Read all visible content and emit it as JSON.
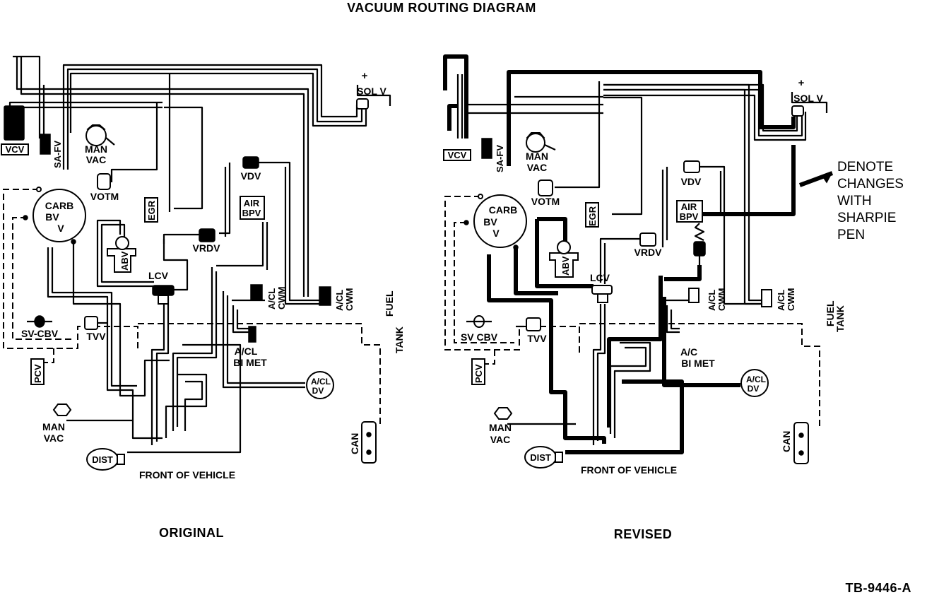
{
  "title": "VACUUM ROUTING DIAGRAM",
  "reference_code": "TB-9446-A",
  "original": {
    "caption": "ORIGINAL",
    "labels": {
      "vcv": "VCV",
      "sa_fv": "SA-FV",
      "man_vac_top_1": "MAN",
      "man_vac_top_2": "VAC",
      "votm": "VOTM",
      "egr": "EGR",
      "carb_1": "CARB",
      "carb_2": "BV",
      "carb_3": "V",
      "abv": "ABV",
      "lcv": "LCV",
      "vdv": "VDV",
      "air_bpv_1": "AIR",
      "air_bpv_2": "BPV",
      "vrdv": "VRDV",
      "sol_v": "SOL V",
      "sol_sign": "+",
      "acl_cwm_left_1": "A/CL",
      "acl_cwm_left_2": "CWM",
      "acl_cwm_right_1": "A/CL",
      "acl_cwm_right_2": "CWM",
      "fuel_tank_1": "FUEL",
      "fuel_tank_2": "TANK",
      "sv_cbv": "SV-CBV",
      "tvv": "TVV",
      "pcv": "PCV",
      "acl_bi_met_1": "A/CL",
      "acl_bi_met_2": "BI MET",
      "acl_dv_1": "A/CL",
      "acl_dv_2": "DV",
      "man_vac_bottom_1": "MAN",
      "man_vac_bottom_2": "VAC",
      "dist": "DIST",
      "front_of_vehicle": "FRONT OF VEHICLE",
      "can": "CAN"
    }
  },
  "revised": {
    "caption": "REVISED",
    "labels": {
      "vcv": "VCV",
      "sa_fv": "SA-FV",
      "man_vac_top_1": "MAN",
      "man_vac_top_2": "VAC",
      "votm": "VOTM",
      "egr": "EGR",
      "carb_1": "CARB",
      "carb_2": "BV",
      "carb_3": "V",
      "abv": "ABV",
      "lcv": "LCV",
      "vdv": "VDV",
      "air_bpv_1": "AIR",
      "air_bpv_2": "BPV",
      "vrdv": "VRDV",
      "sol_v": "SOL V",
      "sol_sign": "+",
      "acl_cwm_left_1": "A/CL",
      "acl_cwm_left_2": "CWM",
      "acl_cwm_right_1": "A/CL",
      "acl_cwm_right_2": "CWM",
      "fuel_tank_1": "FUEL",
      "fuel_tank_2": "TANK",
      "sv_cbv": "SV CBV",
      "tvv": "TVV",
      "pcv": "PCV",
      "ac_bi_met_1": "A/C",
      "ac_bi_met_2": "BI MET",
      "acl_dv_1": "A/CL",
      "acl_dv_2": "DV",
      "man_vac_bottom_1": "MAN",
      "man_vac_bottom_2": "VAC",
      "dist": "DIST",
      "front_of_vehicle": "FRONT OF VEHICLE",
      "can": "CAN"
    },
    "note": [
      "DENOTE",
      "CHANGES",
      "WITH",
      "SHARPIE",
      "PEN"
    ]
  }
}
